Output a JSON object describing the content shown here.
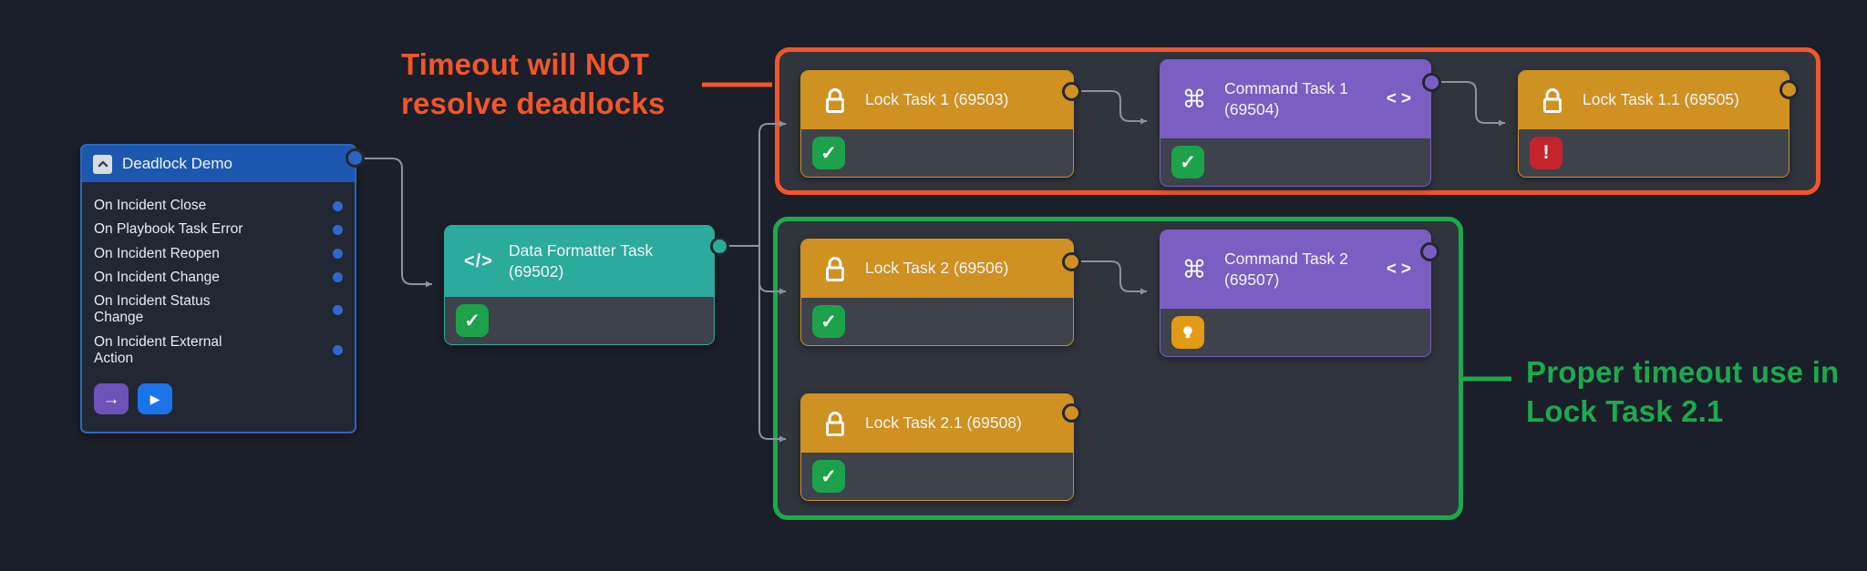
{
  "canvas": {
    "background": "#1b1f29"
  },
  "trigger": {
    "title": "Deadlock Demo",
    "accent": "#1d58b0",
    "border_color": "#2b66c2",
    "port_color": "#2a65c3",
    "dot_color": "#2d68cc",
    "items": [
      "On Incident Close",
      "On Playbook Task Error",
      "On Incident Reopen",
      "On Incident Change",
      "On Incident Status\nChange",
      "On Incident External\nAction"
    ],
    "step_button_color": "#6d52b8",
    "run_button_color": "#1a73e8"
  },
  "nodes": {
    "formatter": {
      "title": "Data Formatter Task (69502)",
      "accent": "#2bab9b",
      "status_color": "#1da24b"
    },
    "lock1": {
      "title": "Lock Task 1 (69503)",
      "accent": "#cf9122",
      "status_color": "#1da24b"
    },
    "command1": {
      "title": "Command Task 1 (69504)",
      "accent": "#7a5ec1",
      "status_color": "#1da24b"
    },
    "lock11": {
      "title": "Lock Task 1.1 (69505)",
      "accent": "#cf9122",
      "status_color": "#c5242c"
    },
    "lock2": {
      "title": "Lock Task 2 (69506)",
      "accent": "#cf9122",
      "status_color": "#1da24b"
    },
    "command2": {
      "title": "Command Task 2 (69507)",
      "accent": "#7a5ec1",
      "status_color": "#e39a15"
    },
    "lock21": {
      "title": "Lock Task 2.1 (69508)",
      "accent": "#cf9122",
      "status_color": "#1da24b"
    }
  },
  "groups": {
    "deadlock": {
      "color": "#f1562a"
    },
    "proper": {
      "color": "#1ca94f"
    }
  },
  "annotations": {
    "no_timeout": {
      "text": "Timeout will NOT resolve deadlocks",
      "color": "#f1562a"
    },
    "proper_timeout": {
      "text": "Proper timeout use in Lock Task 2.1",
      "color": "#1ca94f"
    }
  },
  "icons": {
    "check": "✓",
    "alert": "!",
    "command": "⌘",
    "code": "</>",
    "expression": "<>",
    "arrow_right": "→",
    "play": "▶"
  }
}
